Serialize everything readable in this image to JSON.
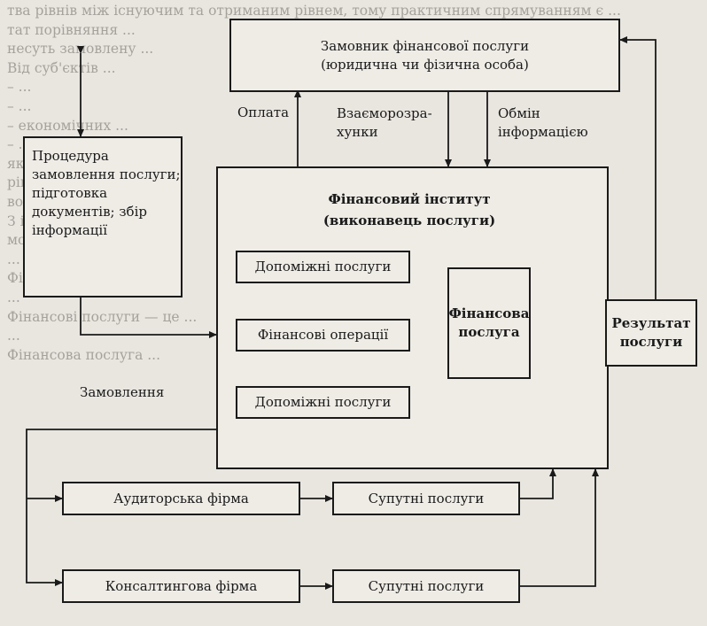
{
  "background_text": "тва рівнів між існуючим та отриманим рівнем, тому практичним спрямуванням є ...\nтат порівняння ...\nнесуть замовлену ...\n  Від суб'єктів ...\n  – ...\n  – ...\n  – економічних ...\n  – ...\n    як об'єкт сфери ...\nрівноправності ...\nвою клієнтів»\n  З іншого боку, ...\nможна ...\n...\n  Фінансові ...\n...\n  Фінансові послуги — це ...\n...\nФінансова послуга ...",
  "diagram": {
    "client": "Замовник фінансової послуги\n(юридична чи фізична особа)",
    "procedure": "Процедура замовлення послуги; підготовка документів; збір інформації",
    "institute": "Фінансовий інститут\n(виконавець послуги)",
    "aux_services_1": "Допоміжні послуги",
    "fin_operations": "Фінансові операції",
    "aux_services_2": "Допоміжні послуги",
    "fin_service": "Фінансова послуга",
    "result": "Результат послуги",
    "audit_firm": "Аудиторська фірма",
    "consulting_firm": "Консалтингова фірма",
    "related_1": "Супутні послуги",
    "related_2": "Супутні послуги",
    "label_payment": "Оплата",
    "label_settlements": "Взаєморозра-\nхунки",
    "label_exchange": "Обмін\nінформацією",
    "label_order": "Замовлення"
  }
}
